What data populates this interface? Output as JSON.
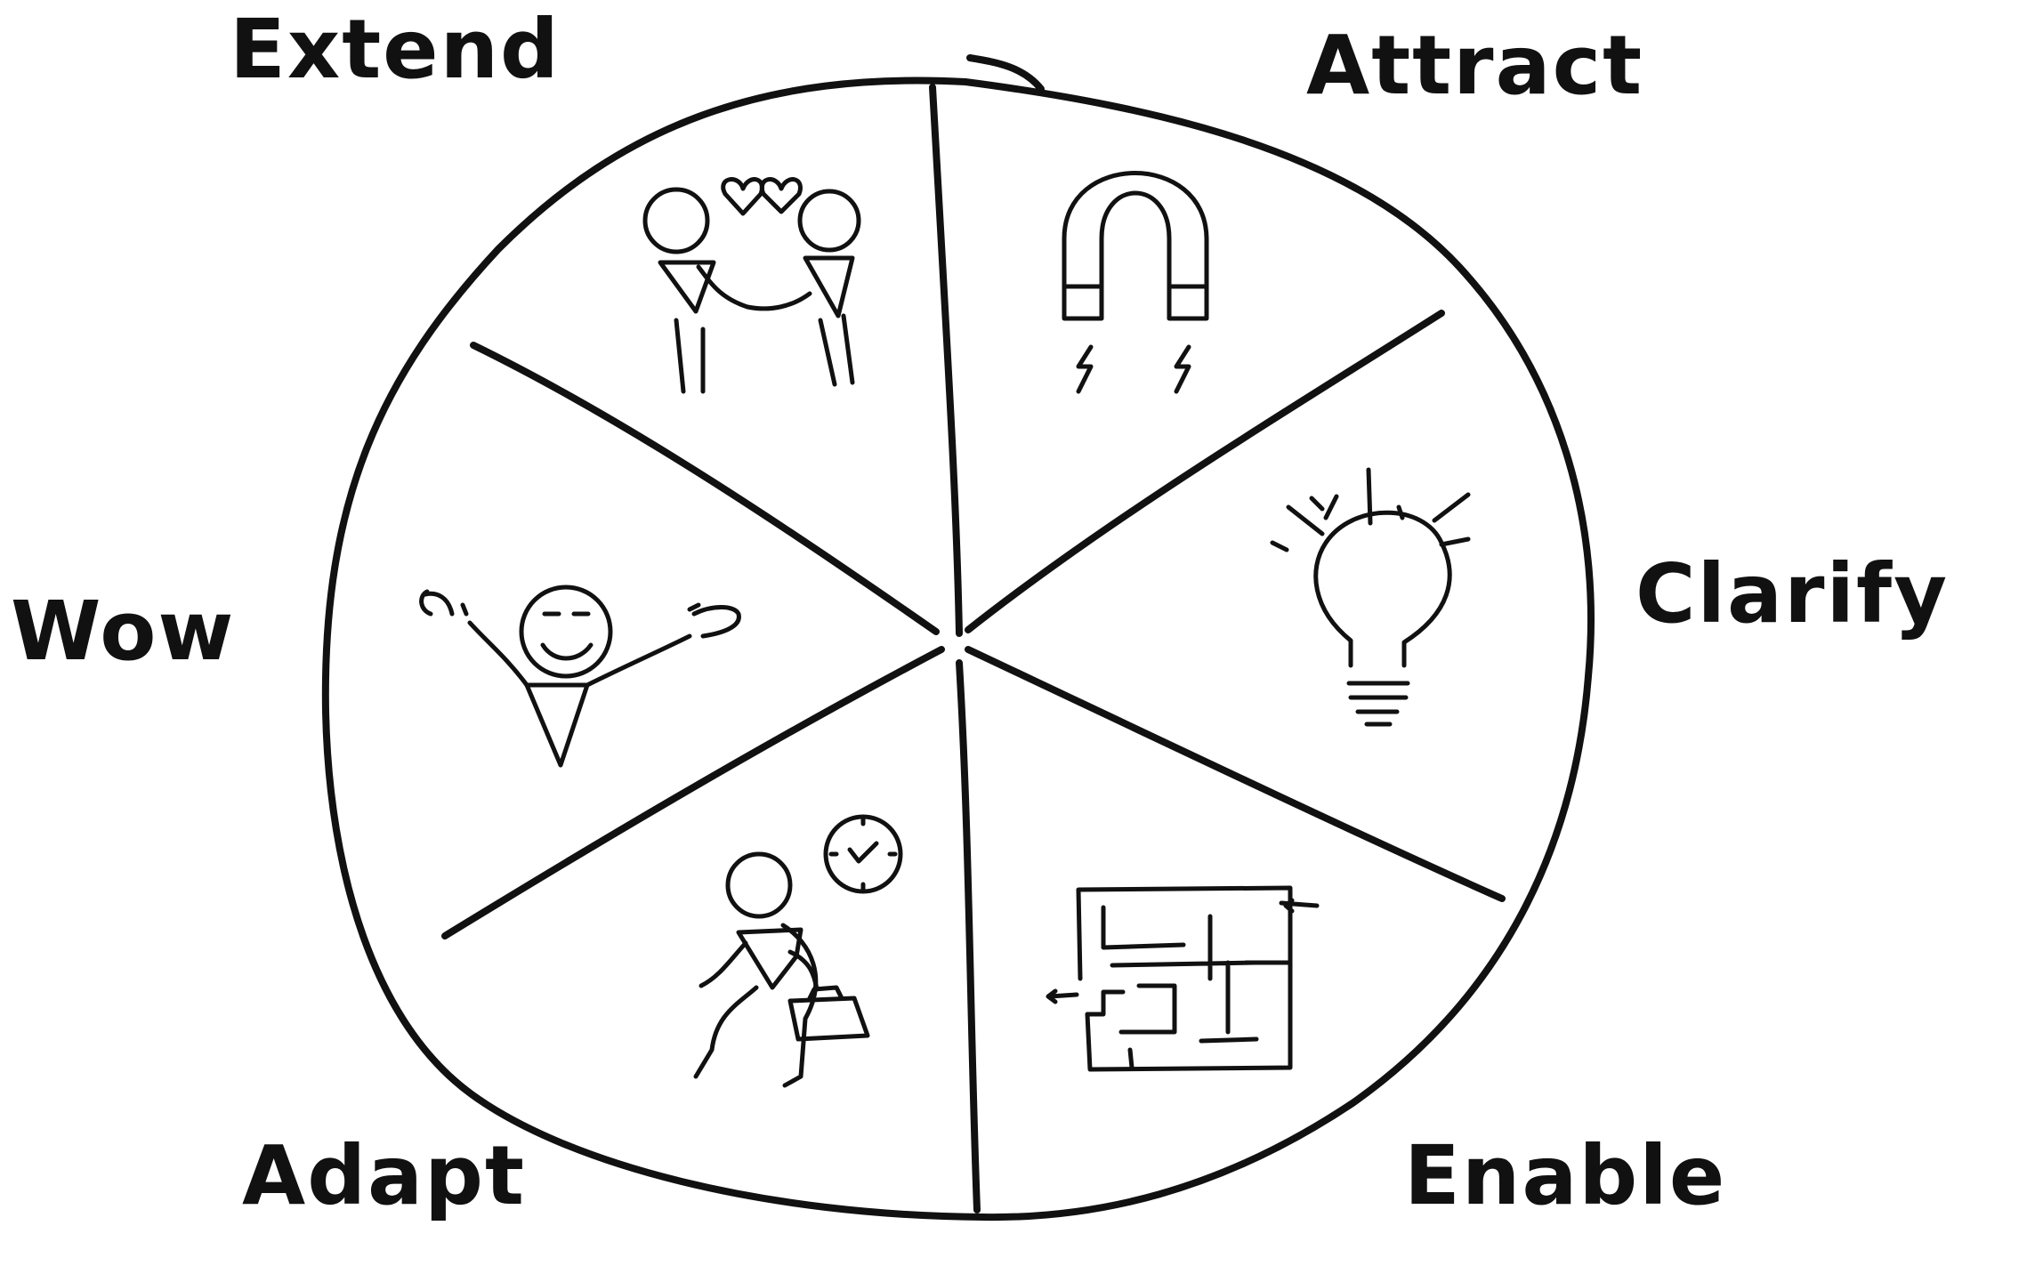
{
  "diagram": {
    "segments": [
      {
        "label": "Attract",
        "icon": "magnet-icon"
      },
      {
        "label": "Clarify",
        "icon": "lightbulb-icon"
      },
      {
        "label": "Enable",
        "icon": "maze-icon"
      },
      {
        "label": "Adapt",
        "icon": "walking-person-clock-icon"
      },
      {
        "label": "Wow",
        "icon": "cheering-person-icon"
      },
      {
        "label": "Extend",
        "icon": "handshake-hearts-icon"
      }
    ],
    "colors": {
      "ink": "#111111",
      "background": "#ffffff"
    }
  }
}
